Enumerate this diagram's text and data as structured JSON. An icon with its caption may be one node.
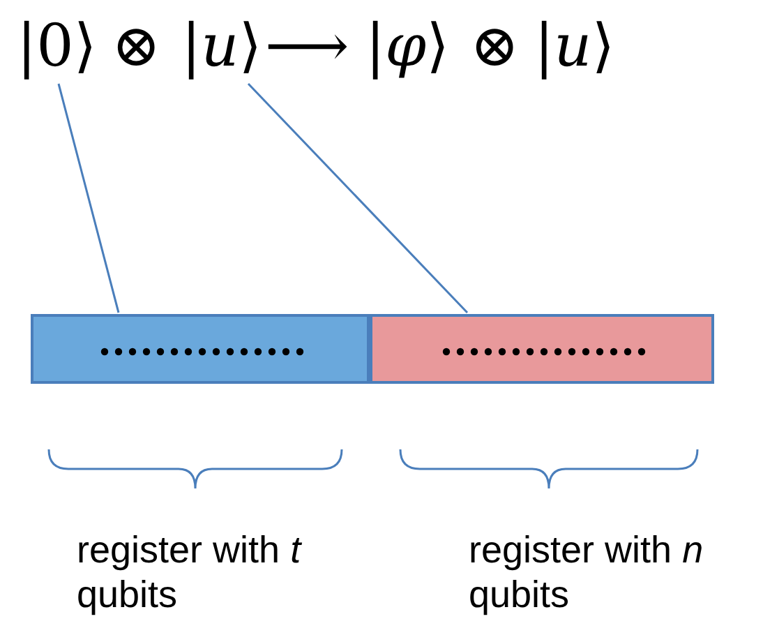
{
  "diagram": {
    "nodes": [
      {
        "text": [
          "|0⟩"
        ]
      },
      {
        "text": [
          "|*u*⟩"
        ]
      },
      {
        "text": [],
        "shape": "bar"
      },
      {
        "text": [],
        "shape": "bar"
      }
    ],
    "edges": [
      {
        "from": 0,
        "to": 2,
        "arrow": "none"
      },
      {
        "from": 1,
        "to": 3,
        "arrow": "none"
      }
    ],
    "labels": [
      "⊗",
      "⟶",
      "|*φ*⟩",
      "⊗",
      "|*u*⟩",
      "register with *t* qubits",
      "register with *n* qubits"
    ]
  }
}
